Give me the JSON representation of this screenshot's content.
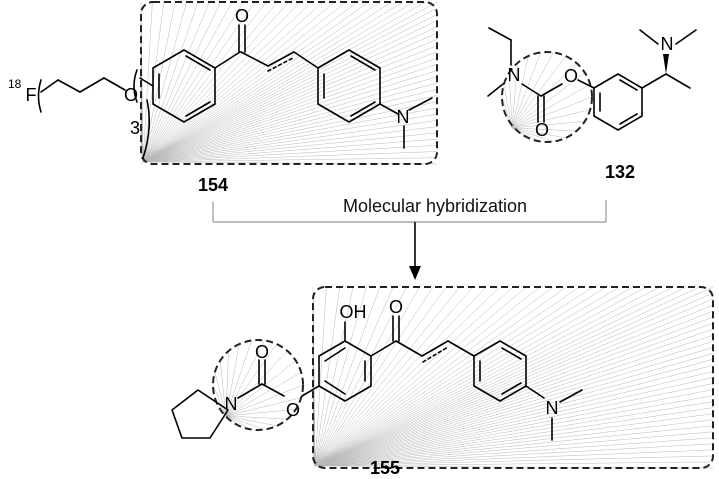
{
  "diagram": {
    "process_label": "Molecular hybridization",
    "compounds": [
      {
        "id": "154",
        "label": "154"
      },
      {
        "id": "132",
        "label": "132"
      },
      {
        "id": "155",
        "label": "155"
      }
    ],
    "atoms": {
      "fluorine_isotope": "18",
      "fluorine": "F",
      "oxygen": "O",
      "nitrogen": "N",
      "hydroxyl": "OH",
      "repeat_count": "3"
    }
  }
}
